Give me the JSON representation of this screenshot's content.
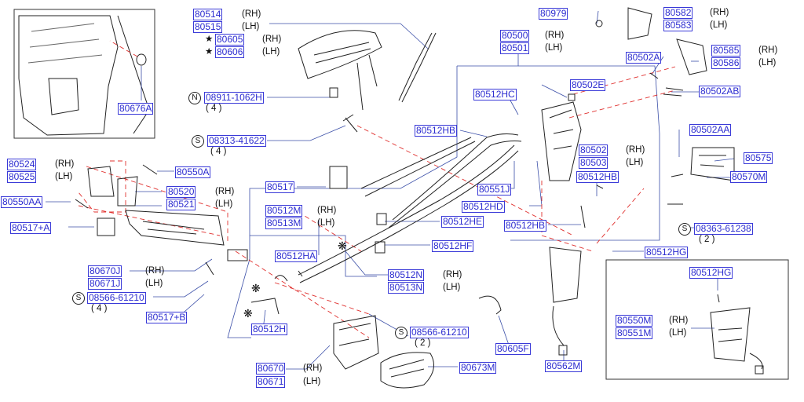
{
  "part_labels": {
    "p80514": "80514",
    "p80515": "80515",
    "p80605": "80605",
    "p80606": "80606",
    "p08911": "08911-1062H",
    "p08313": "08313-41622",
    "p80979": "80979",
    "p80582": "80582",
    "p80583": "80583",
    "p80500": "80500",
    "p80501": "80501",
    "p80502A": "80502A",
    "p80585": "80585",
    "p80586": "80586",
    "p80502E": "80502E",
    "p80512HC": "80512HC",
    "p80502AB": "80502AB",
    "p80676A": "80676A",
    "p80512HB_1": "80512HB",
    "p80502": "80502",
    "p80503": "80503",
    "p80502AA": "80502AA",
    "p80575": "80575",
    "p80570M": "80570M",
    "p80524": "80524",
    "p80525": "80525",
    "p80550A": "80550A",
    "p80520": "80520",
    "p80521": "80521",
    "p80550AA": "80550AA",
    "p80517": "80517",
    "p80551J": "80551J",
    "p80512HB_2": "80512HB",
    "p80512HD": "80512HD",
    "p80512HE": "80512HE",
    "p80512HB_3": "80512HB",
    "p08363": "08363-61238",
    "p80517A": "80517+A",
    "p80512M": "80512M",
    "p80513M": "80513M",
    "p80512HF": "80512HF",
    "p80512HG_1": "80512HG",
    "p80512HA": "80512HA",
    "p80512HG_2": "80512HG",
    "p80670J": "80670J",
    "p80671J": "80671J",
    "p80512N": "80512N",
    "p80513N": "80513N",
    "p08566_1": "08566-61210",
    "p80517B": "80517+B",
    "p80550M": "80550M",
    "p80551M": "80551M",
    "p80512H": "80512H",
    "p08566_2": "08566-61210",
    "p80605F": "80605F",
    "p80562M": "80562M",
    "p80670": "80670",
    "p80671": "80671",
    "p80673M": "80673M"
  },
  "side_labels": {
    "rh": "(RH)",
    "lh": "(LH)"
  },
  "qty_labels": {
    "q4": "( 4 )",
    "q2": "( 2 )"
  },
  "markers": {
    "n": "N",
    "s": "S",
    "star": "★",
    "asterisk": "❋"
  },
  "colors": {
    "part_number": "#2b2bd0",
    "leader": "#3b4fa8",
    "dashed_leader": "#e0302e",
    "line_art": "#222222"
  }
}
